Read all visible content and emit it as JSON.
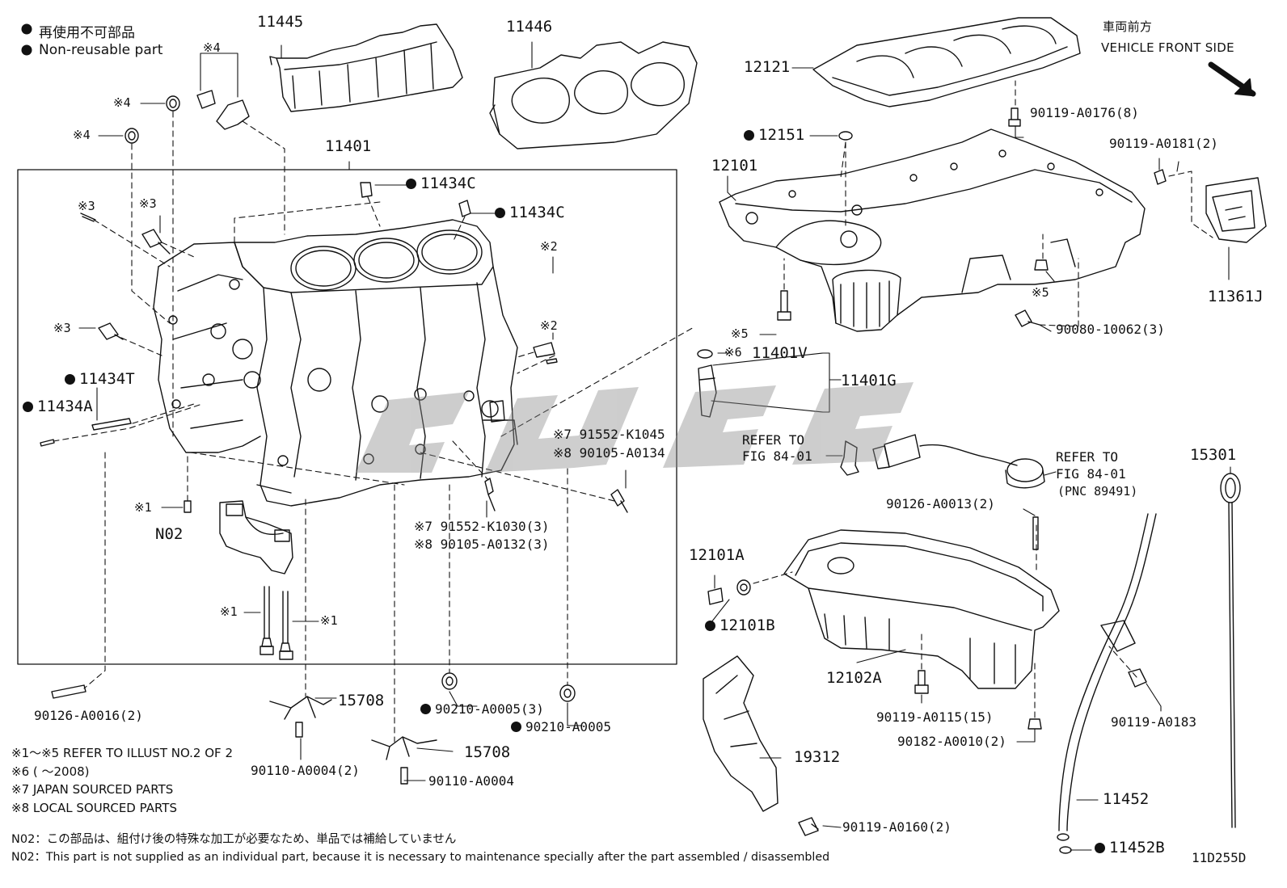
{
  "legend": {
    "ja": "再使用不可部品",
    "en": "Non-reusable part"
  },
  "direction": {
    "ja": "車両前方",
    "en": "VEHICLE FRONT SIDE"
  },
  "diagram_code": "11D255D",
  "labels": [
    {
      "id": "l1",
      "text": "11445"
    },
    {
      "id": "l2",
      "text": "11446"
    },
    {
      "id": "l3",
      "text": "※4"
    },
    {
      "id": "l4",
      "text": "※4"
    },
    {
      "id": "l5",
      "text": "※4"
    },
    {
      "id": "l6",
      "text": "11401"
    },
    {
      "id": "l7",
      "text": "11434C"
    },
    {
      "id": "l8",
      "text": "11434C"
    },
    {
      "id": "l9",
      "text": "※3"
    },
    {
      "id": "l10",
      "text": "※3"
    },
    {
      "id": "l11",
      "text": "※3"
    },
    {
      "id": "l12",
      "text": "※2"
    },
    {
      "id": "l13",
      "text": "※2"
    },
    {
      "id": "l14",
      "text": "11434T"
    },
    {
      "id": "l15",
      "text": "11434A"
    },
    {
      "id": "l16",
      "text": "※1"
    },
    {
      "id": "l17",
      "text": "N02"
    },
    {
      "id": "l18",
      "text": "※1"
    },
    {
      "id": "l19",
      "text": "※1"
    },
    {
      "id": "l20",
      "text": "90126-A0016(2)"
    },
    {
      "id": "l21",
      "text": "15708"
    },
    {
      "id": "l22",
      "text": "90110-A0004(2)"
    },
    {
      "id": "l23",
      "text": "15708"
    },
    {
      "id": "l24",
      "text": "90110-A0004"
    },
    {
      "id": "l25",
      "text": "90210-A0005(3)"
    },
    {
      "id": "l26",
      "text": "90210-A0005"
    },
    {
      "id": "l27",
      "text": "※7 91552-K1030(3)"
    },
    {
      "id": "l28",
      "text": "※8 90105-A0132(3)"
    },
    {
      "id": "l29",
      "text": "※7 91552-K1045"
    },
    {
      "id": "l30",
      "text": "※8 90105-A0134"
    },
    {
      "id": "l31",
      "text": "12121"
    },
    {
      "id": "l32",
      "text": "90119-A0176(8)"
    },
    {
      "id": "l33",
      "text": "12151"
    },
    {
      "id": "l34",
      "text": "12101"
    },
    {
      "id": "l35",
      "text": "90119-A0181(2)"
    },
    {
      "id": "l36",
      "text": "11361J"
    },
    {
      "id": "l37",
      "text": "※5"
    },
    {
      "id": "l38",
      "text": "※5"
    },
    {
      "id": "l39",
      "text": "90080-10062(3)"
    },
    {
      "id": "l40",
      "text": "※6"
    },
    {
      "id": "l41",
      "text": "11401V"
    },
    {
      "id": "l42",
      "text": "11401G"
    },
    {
      "id": "l43",
      "text": "REFER TO"
    },
    {
      "id": "l44",
      "text": "FIG 84-01"
    },
    {
      "id": "l45",
      "text": "REFER TO"
    },
    {
      "id": "l46",
      "text": "FIG 84-01"
    },
    {
      "id": "l47",
      "text": "(PNC 89491)"
    },
    {
      "id": "l48",
      "text": "15301"
    },
    {
      "id": "l49",
      "text": "90126-A0013(2)"
    },
    {
      "id": "l50",
      "text": "12101A"
    },
    {
      "id": "l51",
      "text": "12101B"
    },
    {
      "id": "l52",
      "text": "12102A"
    },
    {
      "id": "l53",
      "text": "90119-A0115(15)"
    },
    {
      "id": "l54",
      "text": "90182-A0010(2)"
    },
    {
      "id": "l55",
      "text": "19312"
    },
    {
      "id": "l56",
      "text": "90119-A0160(2)"
    },
    {
      "id": "l57",
      "text": "90119-A0183"
    },
    {
      "id": "l58",
      "text": "11452"
    },
    {
      "id": "l59",
      "text": "11452B"
    }
  ],
  "notes": [
    "※1～※5 REFER TO ILLUST NO.2 OF 2",
    "※6 (        ～2008)",
    "※7 JAPAN SOURCED PARTS",
    "※8 LOCAL SOURCED PARTS",
    "N02：この部品は、組付け後の特殊な加工が必要なため、単品では補給していません",
    "N02：This part is not supplied as an individual part, because it is necessary to maintenance specially after the part assembled / disassembled"
  ]
}
